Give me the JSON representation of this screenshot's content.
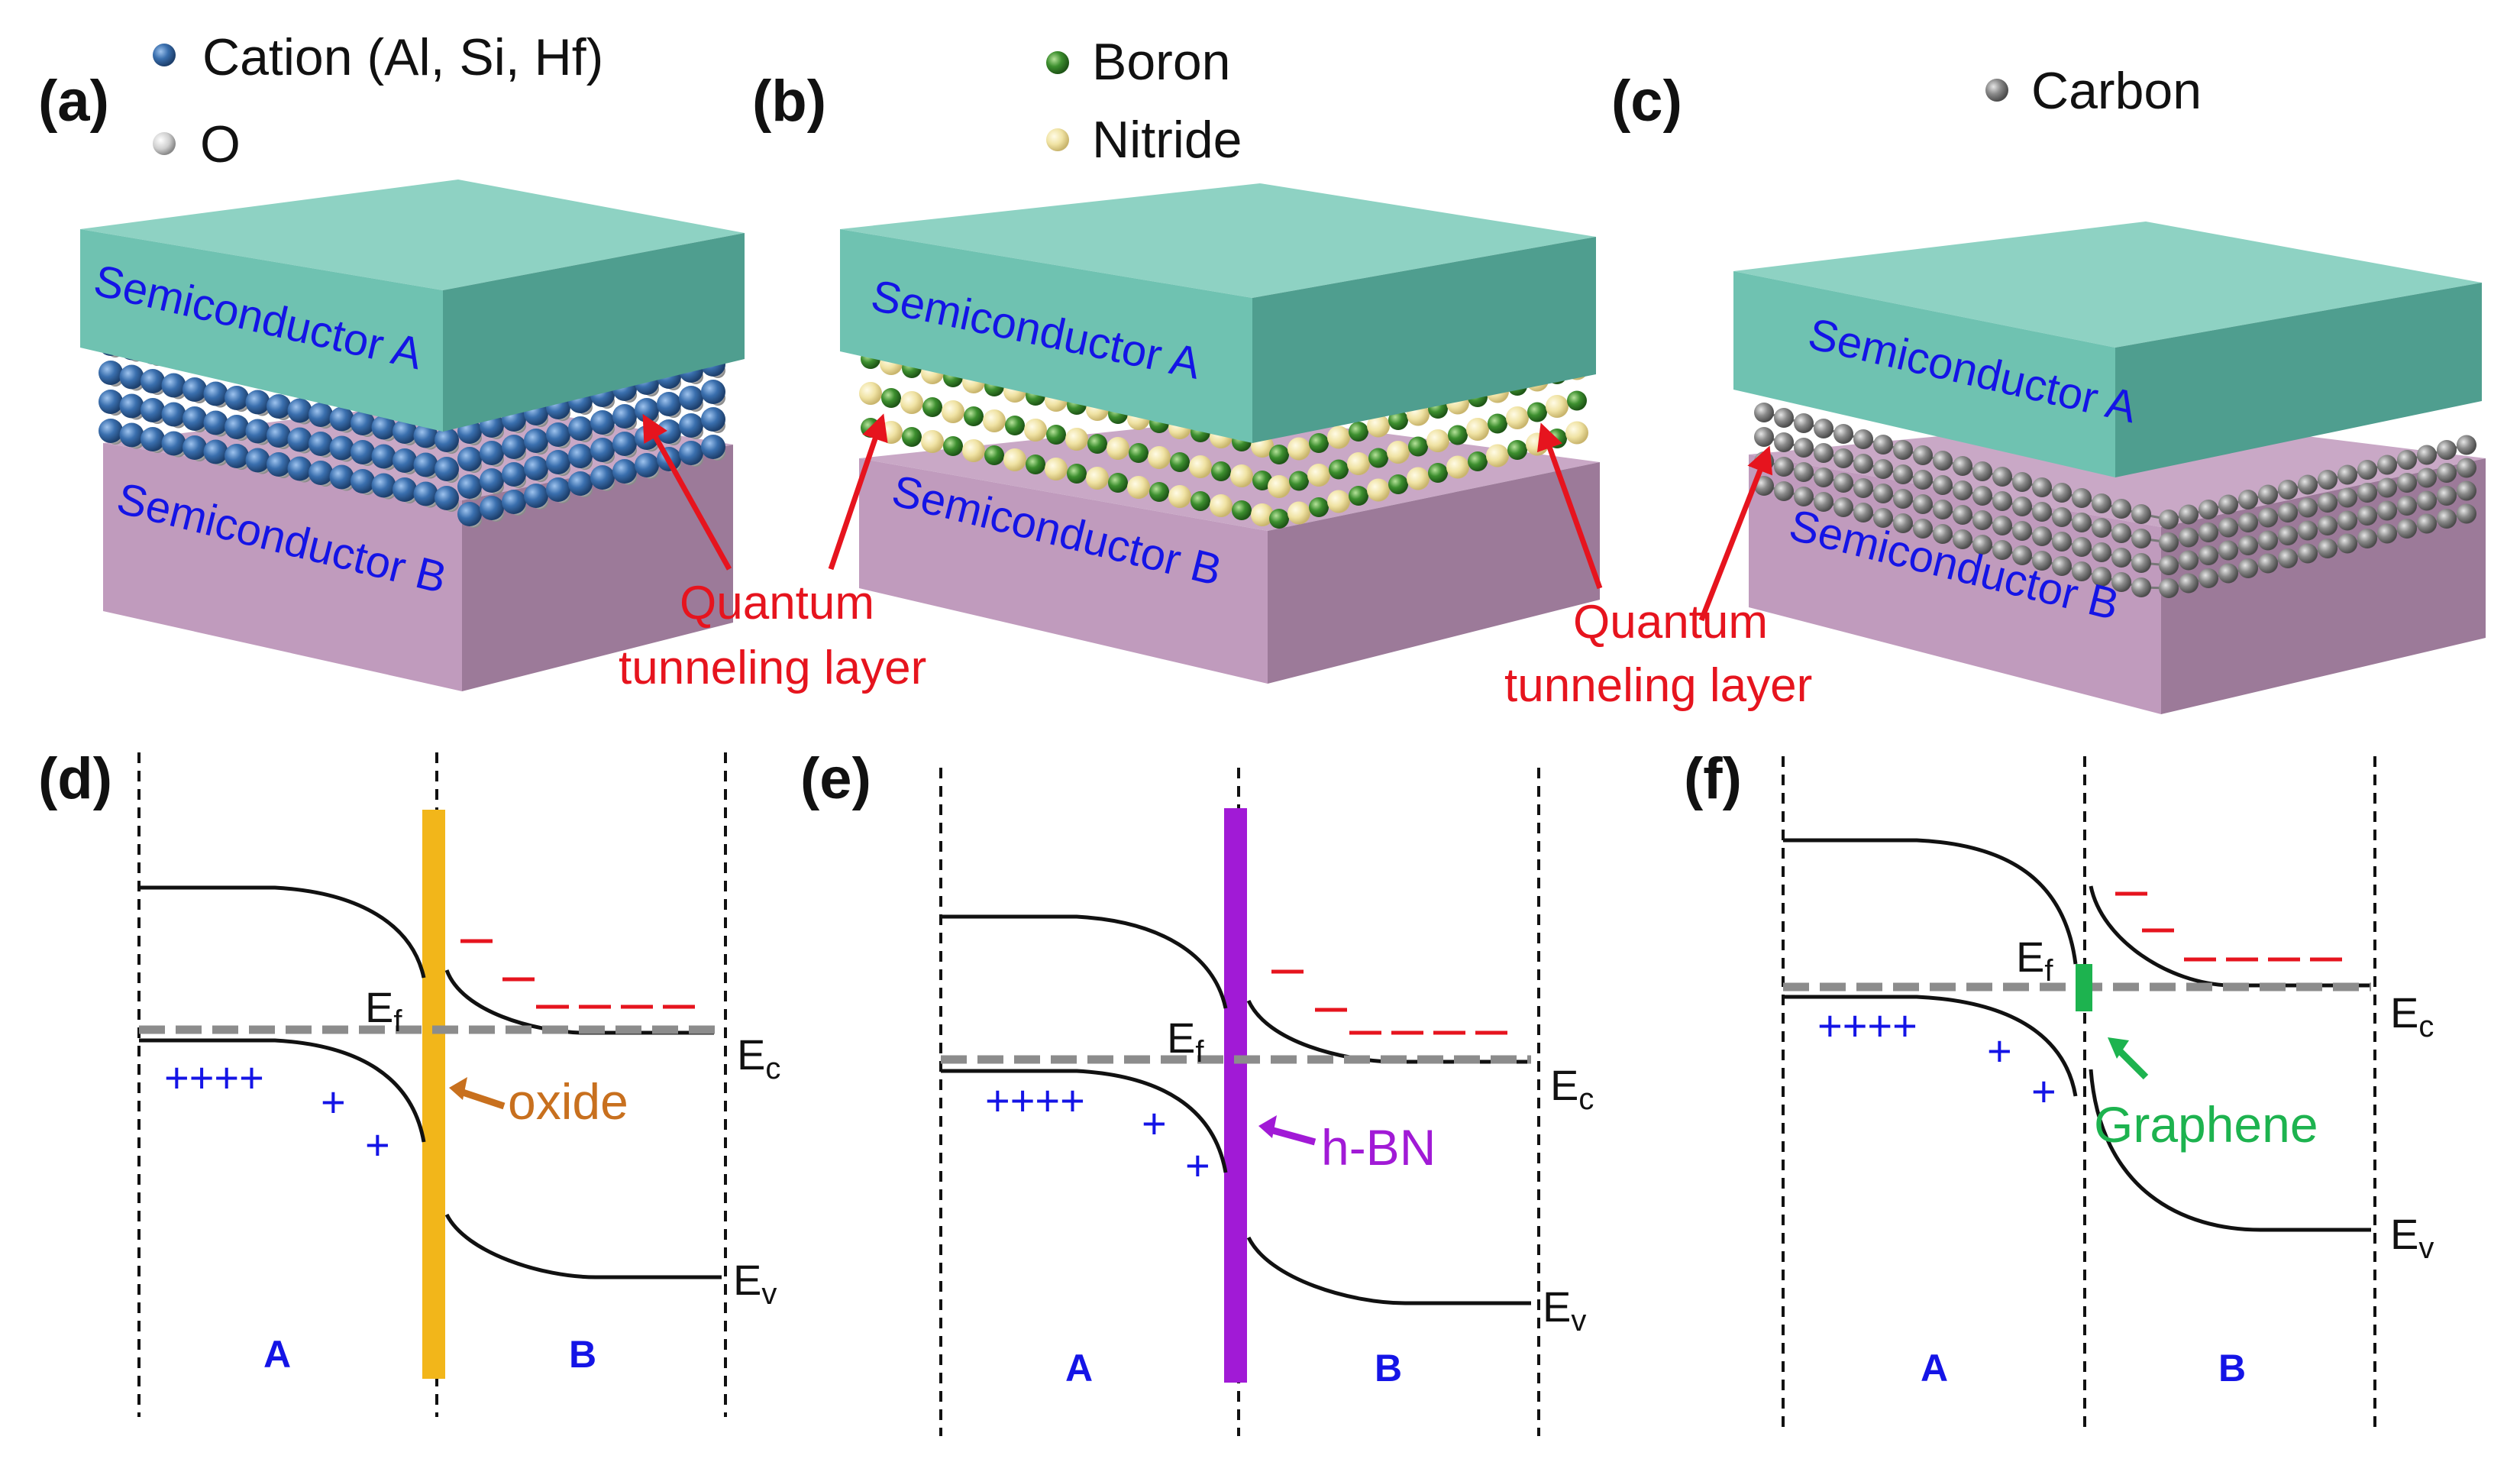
{
  "panels": {
    "a": {
      "label": "(a)",
      "legend": [
        {
          "text": "Cation (Al, Si, Hf)",
          "color": "#2e5f9e"
        },
        {
          "text": "O",
          "color": "#cfcfcf"
        }
      ],
      "top": "Semiconductor A",
      "bottom": "Semiconductor B",
      "atom_color": "#3a6fae"
    },
    "b": {
      "label": "(b)",
      "legend": [
        {
          "text": "Boron",
          "color": "#3d8f2f"
        },
        {
          "text": "Nitride",
          "color": "#f0e3a4"
        }
      ],
      "top": "Semiconductor A",
      "bottom": "Semiconductor B"
    },
    "c": {
      "label": "(c)",
      "legend": [
        {
          "text": "Carbon",
          "color": "#8a8a8a"
        }
      ],
      "top": "Semiconductor A",
      "bottom": "Semiconductor B"
    },
    "d": {
      "label": "(d)",
      "ef": "E",
      "ef_sub": "f",
      "ec": "E",
      "ec_sub": "c",
      "ev": "E",
      "ev_sub": "v",
      "plus_row": "++++",
      "plus_1": "+",
      "plus_2": "+",
      "region_a": "A",
      "region_b": "B",
      "layer": "oxide",
      "layer_color": "#f2b61a",
      "tag_color": "#c8701e"
    },
    "e": {
      "label": "(e)",
      "ef": "E",
      "ef_sub": "f",
      "ec": "E",
      "ec_sub": "c",
      "ev": "E",
      "ev_sub": "v",
      "plus_row": "++++",
      "plus_1": "+",
      "plus_2": "+",
      "region_a": "A",
      "region_b": "B",
      "layer": "h-BN",
      "layer_color": "#a11ad6",
      "tag_color": "#a11ad6"
    },
    "f": {
      "label": "(f)",
      "ef": "E",
      "ef_sub": "f",
      "ec": "E",
      "ec_sub": "c",
      "ev": "E",
      "ev_sub": "v",
      "plus_row": "++++",
      "plus_1": "+",
      "plus_2": "+",
      "region_a": "A",
      "region_b": "B",
      "layer": "Graphene",
      "layer_color": "#1db34f",
      "tag_color": "#1db34f"
    }
  },
  "quantum_label_1": "Quantum",
  "quantum_label_2": "tunneling layer"
}
